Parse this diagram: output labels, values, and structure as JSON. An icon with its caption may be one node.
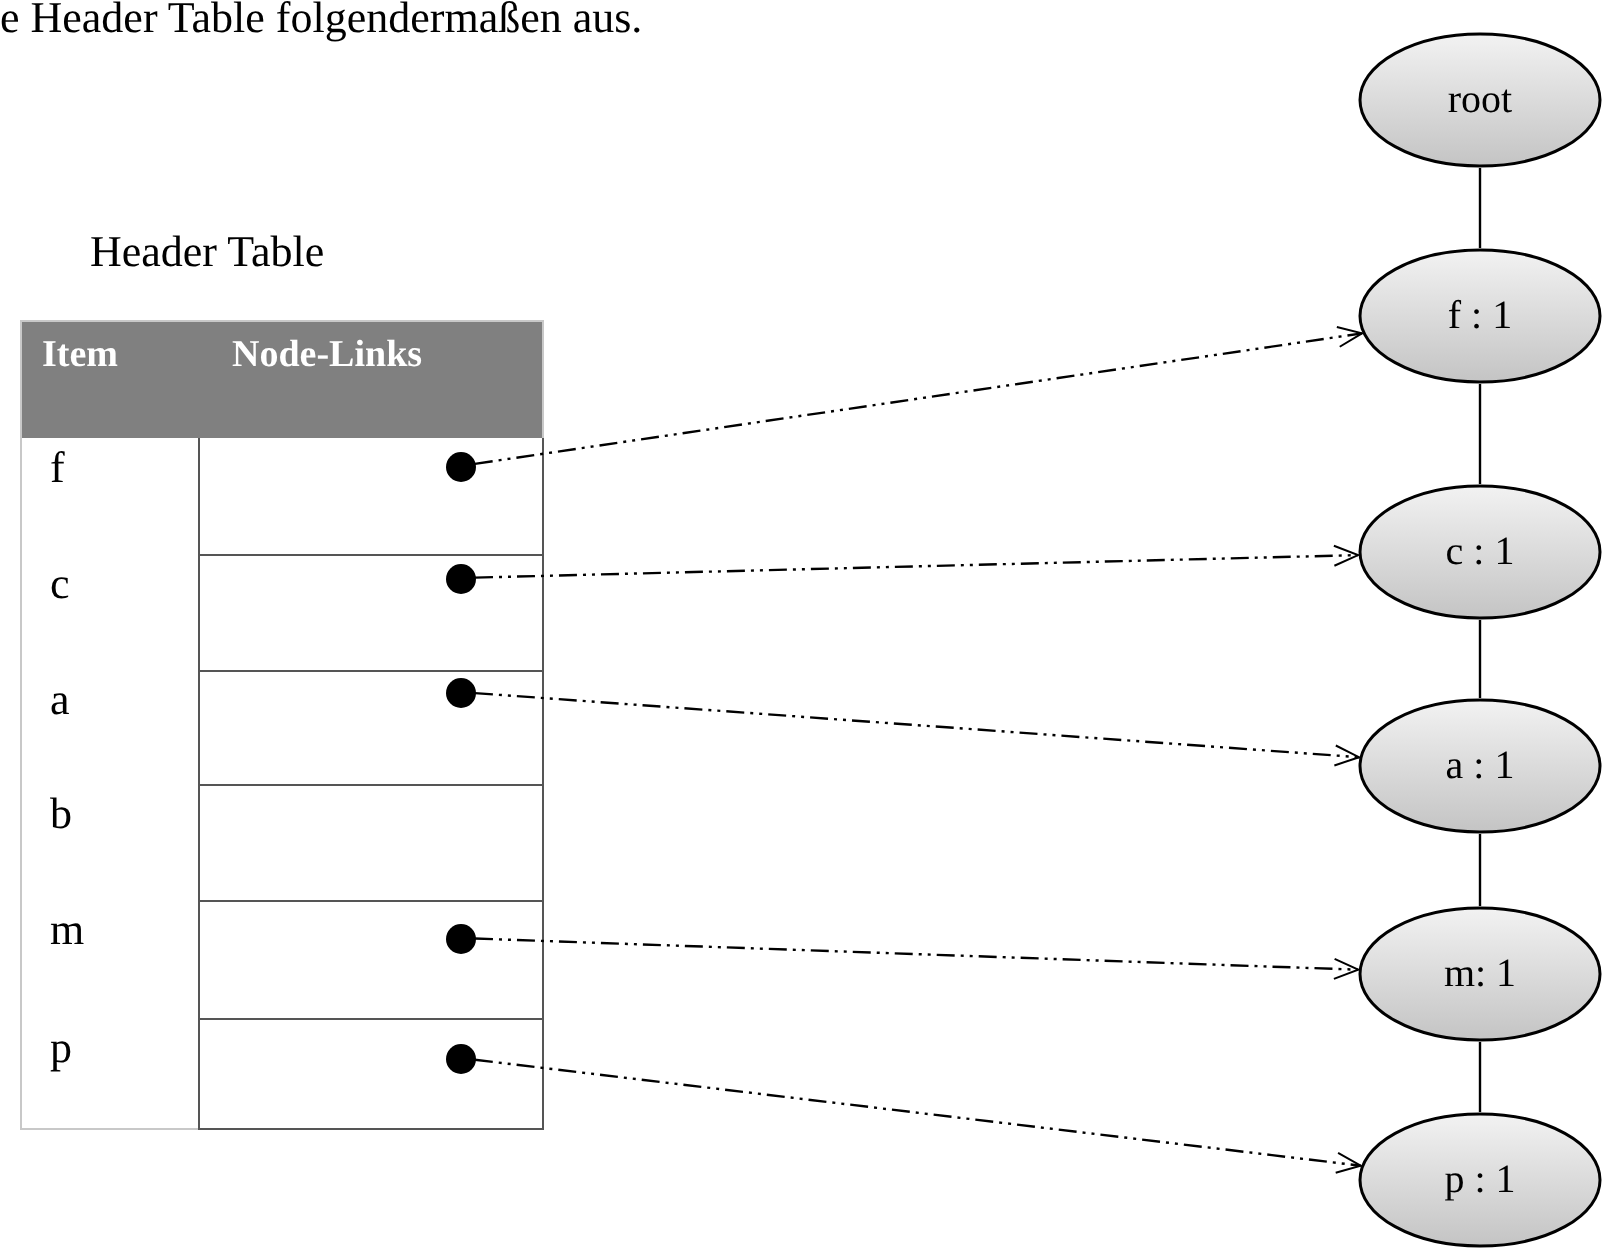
{
  "diagram": {
    "nodes": [
      {
        "text": [],
        "shape": "circle"
      },
      {
        "text": [],
        "shape": "circle"
      },
      {
        "text": [],
        "shape": "circle"
      },
      {
        "text": [],
        "shape": "circle"
      },
      {
        "text": [],
        "shape": "circle"
      },
      {
        "text": [
          "root"
        ]
      },
      {
        "text": [
          "f : 1"
        ]
      },
      {
        "text": [
          "c : 1"
        ]
      },
      {
        "text": [
          "a : 1"
        ]
      },
      {
        "text": [
          "m: 1"
        ]
      },
      {
        "text": [
          "p : 1"
        ]
      }
    ],
    "edges": [
      {
        "from": 0,
        "to": 6,
        "arrow": "to",
        "style": "dashed"
      },
      {
        "from": 1,
        "to": 7,
        "arrow": "to",
        "style": "dashed"
      },
      {
        "from": 2,
        "to": 8,
        "arrow": "to",
        "style": "dashed"
      },
      {
        "from": 3,
        "to": 9,
        "arrow": "to",
        "style": "dashed"
      },
      {
        "from": 4,
        "to": 10,
        "arrow": "to",
        "style": "dashed"
      },
      {
        "from": 5,
        "to": 6,
        "arrow": "none"
      },
      {
        "from": 6,
        "to": 7,
        "arrow": "none"
      },
      {
        "from": 7,
        "to": 8,
        "arrow": "none"
      },
      {
        "from": 8,
        "to": 9,
        "arrow": "none"
      },
      {
        "from": 9,
        "to": 10,
        "arrow": "none"
      }
    ],
    "labels": [
      "e Header Table folgendermaßen aus.",
      "Header Table",
      "Item",
      "Node-Links",
      "f",
      "c",
      "a",
      "b",
      "m",
      "p"
    ]
  }
}
